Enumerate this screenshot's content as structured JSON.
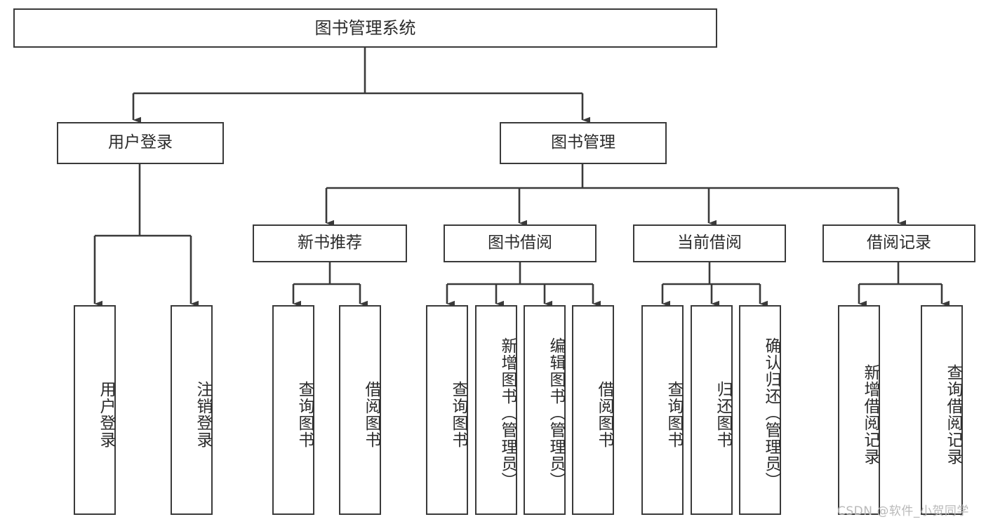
{
  "diagram": {
    "title": "图书管理系统",
    "type": "tree",
    "orientation": "top-down",
    "colors": {
      "background": "#ffffff",
      "box_border": "#3a3a3a",
      "box_fill": "#ffffff",
      "text": "#2b2b2b",
      "connector": "#3a3a3a",
      "watermark": "#b9b9b9"
    },
    "root": {
      "label": "图书管理系统"
    },
    "level2": [
      {
        "id": "user-login",
        "label": "用户登录"
      },
      {
        "id": "book-management",
        "label": "图书管理"
      }
    ],
    "level3": [
      {
        "id": "new-book-recommend",
        "label": "新书推荐"
      },
      {
        "id": "book-borrow",
        "label": "图书借阅"
      },
      {
        "id": "current-borrow",
        "label": "当前借阅"
      },
      {
        "id": "borrow-record",
        "label": "借阅记录"
      }
    ],
    "leaves": {
      "user_login": [
        {
          "id": "leaf-user-login",
          "label": "用户登录"
        },
        {
          "id": "leaf-logout",
          "label": "注销登录"
        }
      ],
      "new_book_recommend": [
        {
          "id": "leaf-query-book-1",
          "label": "查询图书"
        },
        {
          "id": "leaf-borrow-book-1",
          "label": "借阅图书"
        }
      ],
      "book_borrow": [
        {
          "id": "leaf-query-book-2",
          "label": "查询图书"
        },
        {
          "id": "leaf-add-book",
          "label": "新增图书（管理员）"
        },
        {
          "id": "leaf-edit-book",
          "label": "编辑图书（管理员）"
        },
        {
          "id": "leaf-borrow-book-2",
          "label": "借阅图书"
        }
      ],
      "current_borrow": [
        {
          "id": "leaf-query-book-3",
          "label": "查询图书"
        },
        {
          "id": "leaf-return-book",
          "label": "归还图书"
        },
        {
          "id": "leaf-confirm-return",
          "label": "确认归还（管理员）"
        }
      ],
      "borrow_record": [
        {
          "id": "leaf-add-record",
          "label": "新增借阅记录"
        },
        {
          "id": "leaf-query-record",
          "label": "查询借阅记录"
        }
      ]
    }
  },
  "watermark": {
    "text": "CSDN @软件_小贺同学"
  }
}
